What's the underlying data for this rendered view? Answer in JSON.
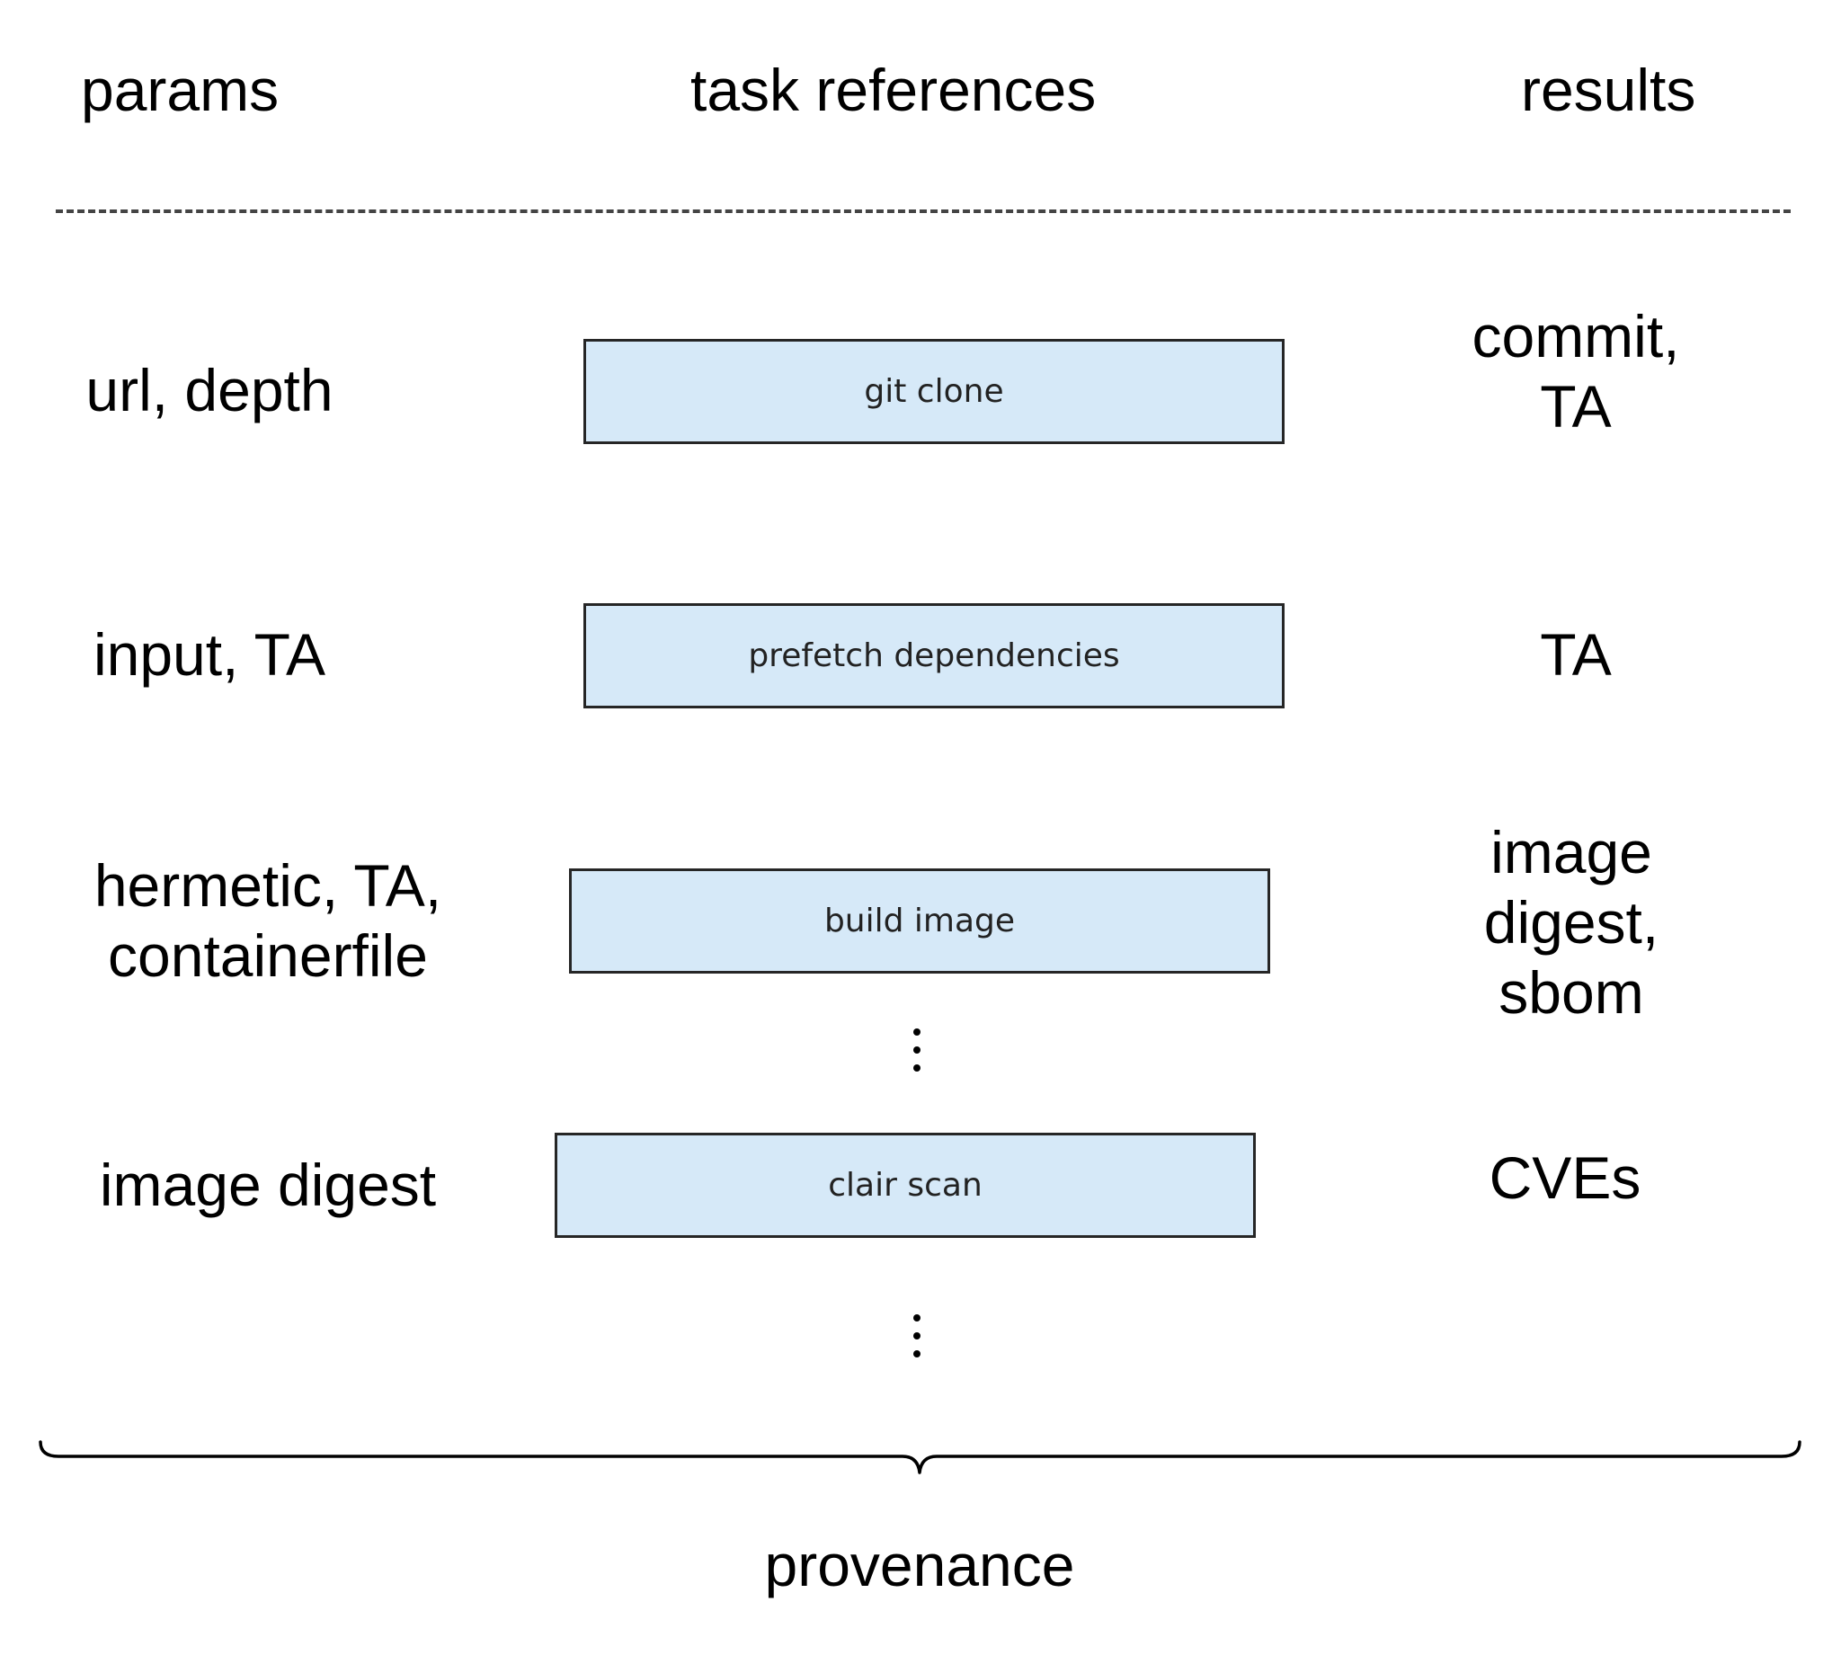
{
  "headers": {
    "params": "params",
    "tasks": "task references",
    "results": "results"
  },
  "rows": [
    {
      "params": "url, depth",
      "task": "git clone",
      "results": "commit, TA"
    },
    {
      "params": "input, TA",
      "task": "prefetch dependencies",
      "results": "TA"
    },
    {
      "params": "hermetic, TA,\ncontainerfile",
      "task": "build image",
      "results": "image digest,\nsbom"
    },
    {
      "params": "image digest",
      "task": "clair scan",
      "results": "CVEs"
    }
  ],
  "footer": "provenance",
  "colors": {
    "task_fill": "#d6e9f8",
    "task_border": "#262626"
  }
}
